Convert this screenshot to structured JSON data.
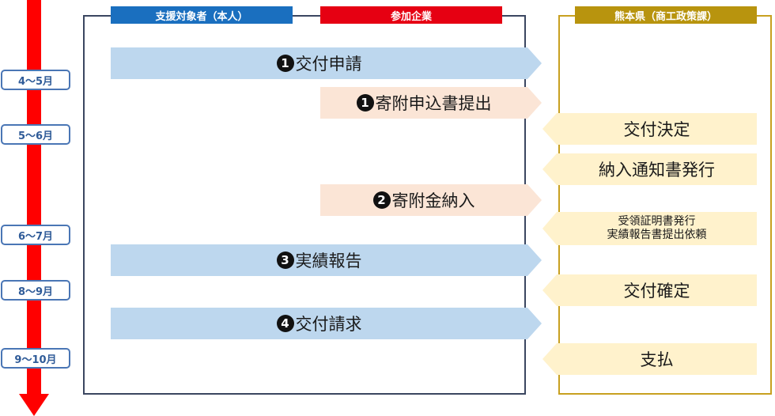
{
  "headers": {
    "applicant": "支援対象者（本人）",
    "company": "参加企業",
    "prefecture": "熊本県（商工政策課）"
  },
  "months": [
    "4～5月",
    "5～6月",
    "6～7月",
    "8～9月",
    "9～10月"
  ],
  "steps": {
    "s1": {
      "num": "1",
      "label": "交付申請"
    },
    "s2": {
      "num": "1",
      "label": "寄附申込書提出"
    },
    "s3": {
      "label": "交付決定"
    },
    "s4": {
      "label": "納入通知書発行"
    },
    "s5": {
      "num": "2",
      "label": "寄附金納入"
    },
    "s6": {
      "line1": "受領証明書発行",
      "line2": "実績報告書提出依頼"
    },
    "s7": {
      "num": "3",
      "label": "実績報告"
    },
    "s8": {
      "label": "交付確定"
    },
    "s9": {
      "num": "4",
      "label": "交付請求"
    },
    "s10": {
      "label": "支払"
    }
  },
  "colors": {
    "timeline": "#ff0000",
    "applicant_header": "#1a6fbf",
    "company_header": "#e60012",
    "prefecture_header": "#b8940e",
    "applicant_arrow": "#bdd7ee",
    "company_arrow": "#fbe5d6",
    "prefecture_arrow": "#fff2cc"
  }
}
